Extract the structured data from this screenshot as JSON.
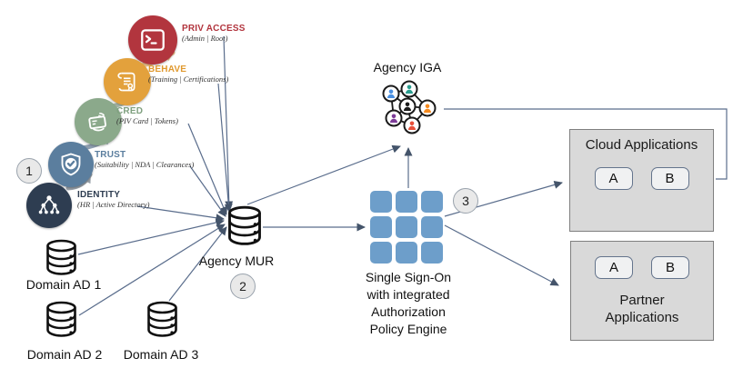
{
  "diagram": {
    "steps": [
      {
        "label": "IDENTITY",
        "sub": "(HR | Active Directory)"
      },
      {
        "label": "TRUST",
        "sub": "(Suitability | NDA | Clearances)"
      },
      {
        "label": "CRED",
        "sub": "(PIV Card | Tokens)"
      },
      {
        "label": "BEHAVE",
        "sub": "(Training | Certifications)"
      },
      {
        "label": "PRIV ACCESS",
        "sub": "(Admin | Root)"
      }
    ],
    "badges": {
      "step1": "1",
      "step2": "2",
      "step3": "3"
    },
    "databases": {
      "domain1": "Domain AD 1",
      "domain2": "Domain AD 2",
      "domain3": "Domain AD 3",
      "mur": "Agency MUR"
    },
    "sso": {
      "lines": [
        "Single Sign-On",
        "with integrated",
        "Authorization",
        "Policy Engine"
      ]
    },
    "iga": {
      "label": "Agency IGA"
    },
    "cloud": {
      "title": "Cloud Applications",
      "app_a": "A",
      "app_b": "B"
    },
    "partner": {
      "title_line1": "Partner",
      "title_line2": "Applications",
      "app_a": "A",
      "app_b": "B"
    },
    "colors": {
      "identity": "#2e3d51",
      "trust": "#5b7e9e",
      "cred": "#8ba98b",
      "behave": "#e3a13c",
      "priv_access": "#b2353e",
      "connector": "#44546a",
      "sso_tile": "#6d9eca",
      "box_fill": "#d9d9d9",
      "iga_nodes": [
        "#2a9d8f",
        "#4a90e2",
        "#1a1a1a",
        "#f68b1f",
        "#7d3c98",
        "#e8503a"
      ]
    }
  }
}
